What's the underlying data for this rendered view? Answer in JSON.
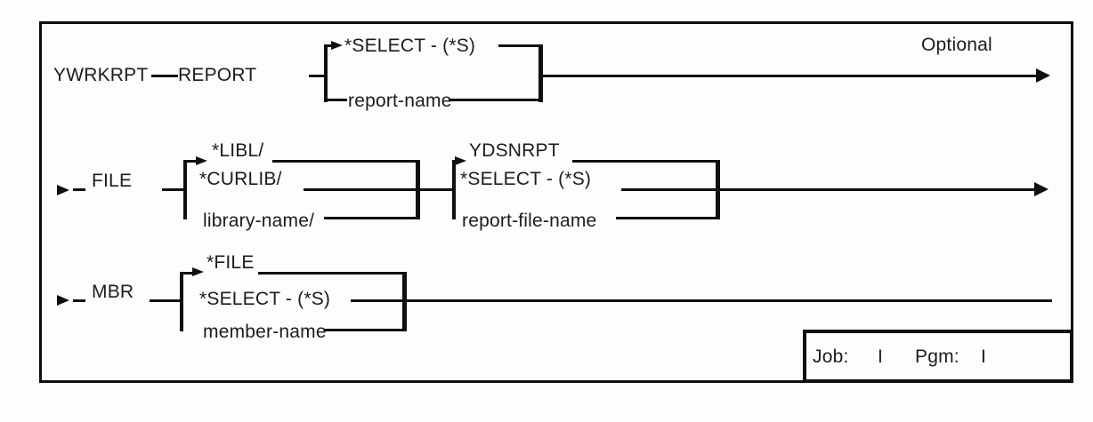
{
  "command": "YWRKRPT",
  "optional_label": "Optional",
  "report_param": {
    "keyword": "REPORT",
    "default_choice": "*SELECT - (*S)",
    "alternate_choice": "report-name"
  },
  "file_param": {
    "keyword": "FILE",
    "library_group": {
      "default_choice": "*LIBL/",
      "second_choice": "*CURLIB/",
      "alternate_choice": "library-name/"
    },
    "file_group": {
      "default_choice": "YDSNRPT",
      "second_choice": "*SELECT - (*S)",
      "alternate_choice": "report-file-name"
    }
  },
  "mbr_param": {
    "keyword": "MBR",
    "default_choice": "*FILE",
    "second_choice": "*SELECT - (*S)",
    "alternate_choice": "member-name"
  },
  "environment_box": {
    "job_label": "Job:",
    "job_value": "I",
    "pgm_label": "Pgm:",
    "pgm_value": "I"
  }
}
